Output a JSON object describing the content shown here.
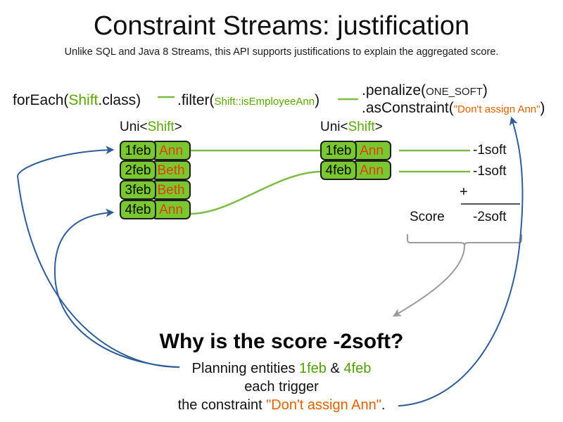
{
  "header": {
    "title": "Constraint Streams: justification",
    "subtitle": "Unlike SQL and Java 8 Streams, this API supports justifications to explain the aggregated score."
  },
  "pipeline": {
    "foreach": {
      "call": "forEach(",
      "type": "Shift",
      "tail": ".class)"
    },
    "filter": {
      "call": ".filter(",
      "arg": "Shift::isEmployeeAnn",
      "tail": ")"
    },
    "penalize": {
      "call": ".penalize(",
      "arg": "ONE_SOFT",
      "tail": ")"
    },
    "as_constraint": {
      "call": ".asConstraint(",
      "arg": "\"Don't assign Ann\"",
      "tail": ")"
    }
  },
  "streams": {
    "left_label": {
      "prefix": "Uni<",
      "type": "Shift",
      "suffix": ">"
    },
    "right_label": {
      "prefix": "Uni<",
      "type": "Shift",
      "suffix": ">"
    },
    "left_rows": [
      {
        "date": "1feb",
        "employee": "Ann"
      },
      {
        "date": "2feb",
        "employee": "Beth"
      },
      {
        "date": "3feb",
        "employee": "Beth"
      },
      {
        "date": "4feb",
        "employee": "Ann"
      }
    ],
    "right_rows": [
      {
        "date": "1feb",
        "employee": "Ann"
      },
      {
        "date": "4feb",
        "employee": "Ann"
      }
    ]
  },
  "score": {
    "impact_1": "-1soft",
    "impact_2": "-1soft",
    "operator": "+",
    "label": "Score",
    "total": "-2soft"
  },
  "explanation": {
    "heading": "Why is the score -2soft?",
    "line1_prefix": "Planning entities ",
    "line1_entity_a": "1feb",
    "line1_amp": " & ",
    "line1_entity_b": "4feb",
    "line2": "each trigger",
    "line3_prefix": "the constraint ",
    "line3_constraint": "\"Don't assign Ann\"",
    "line3_suffix": "."
  },
  "colors": {
    "green_fill": "#79c832",
    "green_text": "#5aa500",
    "orange_text": "#e0400a",
    "blue_arrow": "#2f5d96",
    "grey_arrow": "#9a9a9a",
    "green_line": "#7fba45"
  }
}
